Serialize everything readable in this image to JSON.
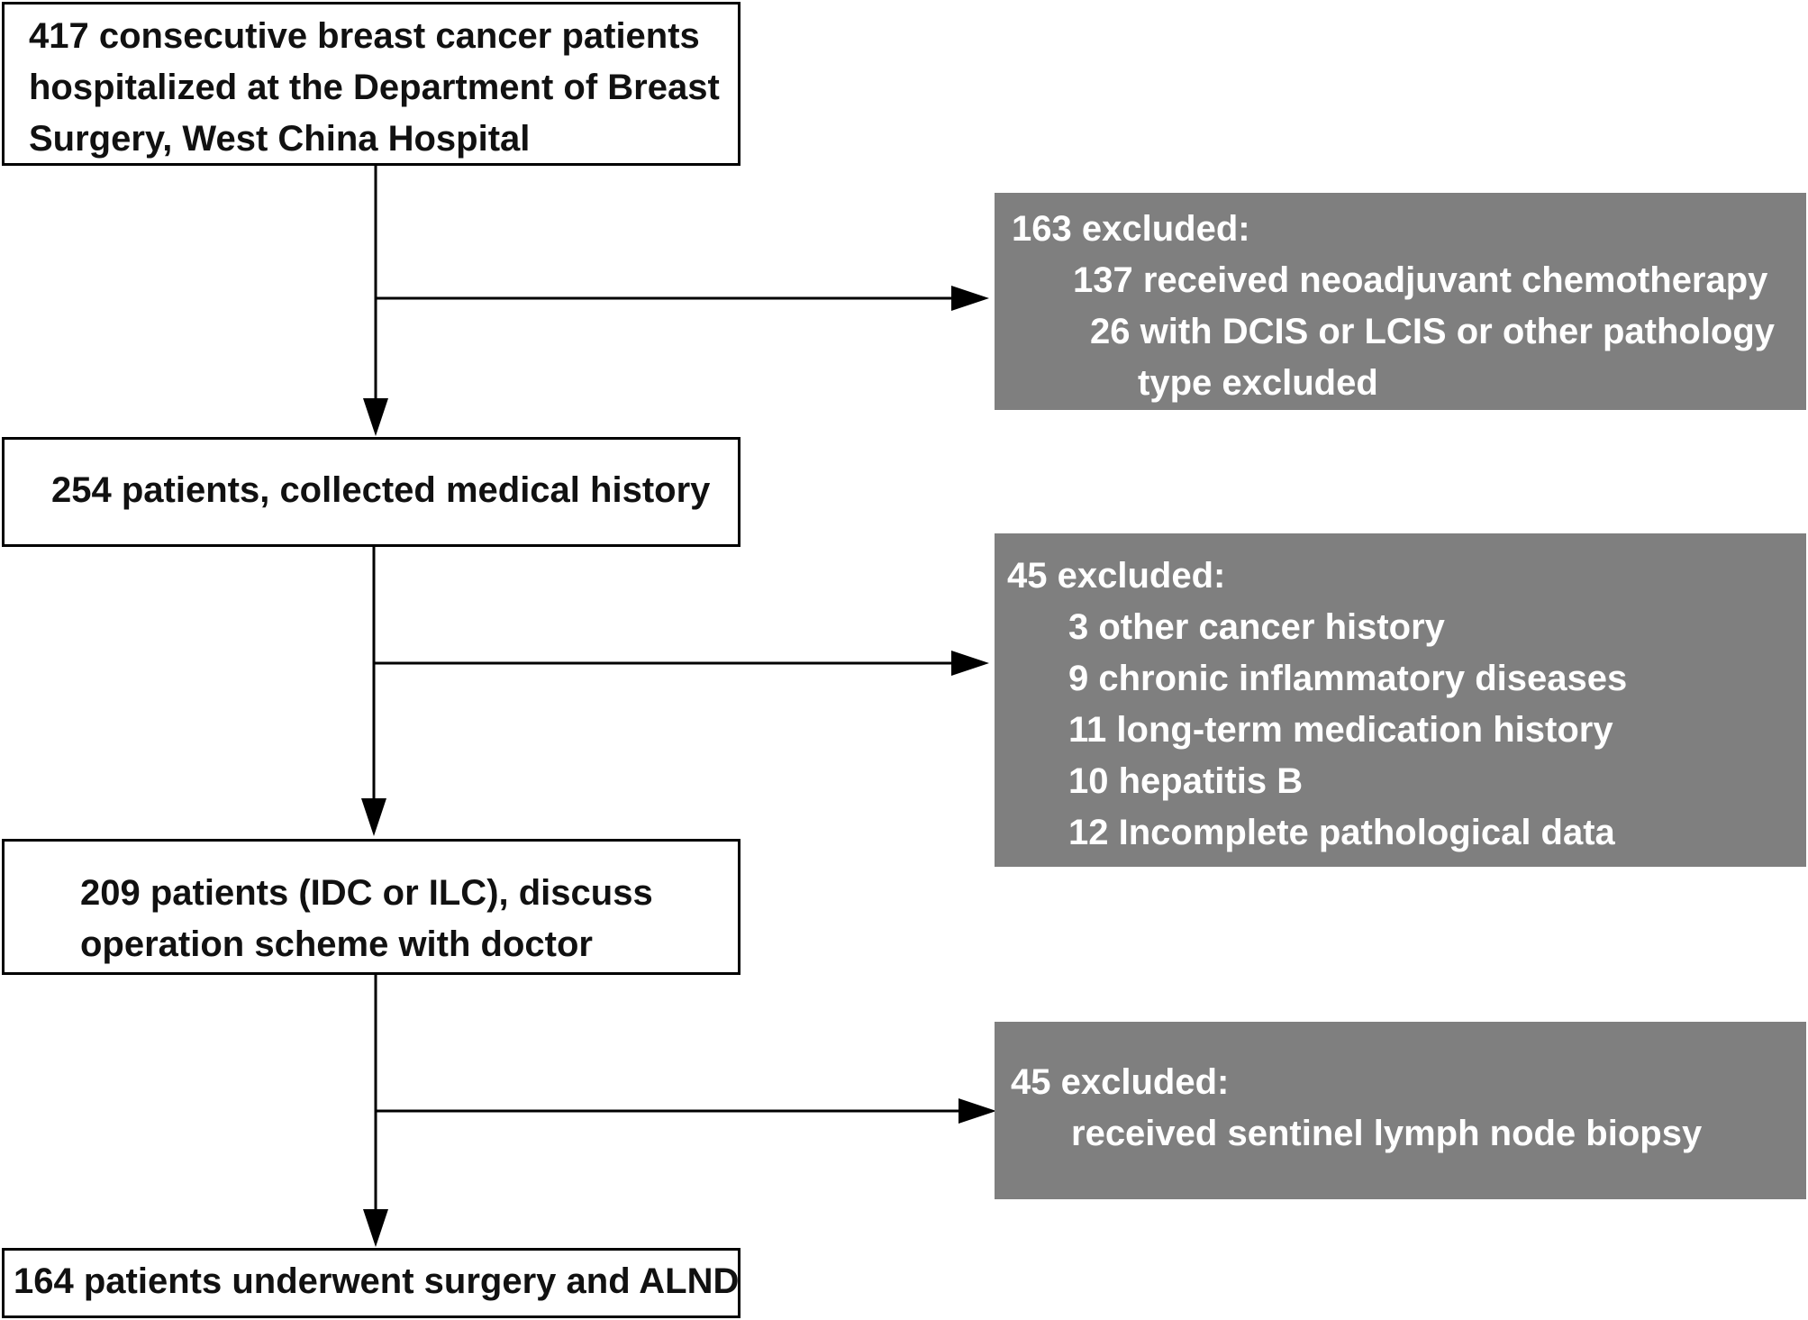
{
  "colors": {
    "box_border": "#000000",
    "box_fill": "#ffffff",
    "exclusion_fill": "#7f7f7f",
    "exclusion_text": "#ffffff",
    "arrow": "#000000"
  },
  "steps": [
    {
      "lines": [
        "417 consecutive breast cancer patients",
        "hospitalized at the Department of Breast",
        "Surgery, West China Hospital"
      ]
    },
    {
      "lines": [
        "254 patients, collected medical history"
      ]
    },
    {
      "lines": [
        "209 patients (IDC or ILC), discuss",
        "operation scheme with doctor"
      ]
    },
    {
      "lines": [
        "164 patients underwent surgery and ALND"
      ]
    }
  ],
  "exclusions": [
    {
      "heading": "163 excluded:",
      "items": [
        "137 received neoadjuvant chemotherapy",
        "26 with DCIS or LCIS or other pathology",
        "type excluded"
      ]
    },
    {
      "heading": "45 excluded:",
      "items": [
        "3 other cancer history",
        "9 chronic inflammatory diseases",
        "11 long-term medication history",
        "10 hepatitis B",
        "12 Incomplete pathological data"
      ]
    },
    {
      "heading": "45 excluded:",
      "items": [
        "received sentinel lymph node biopsy"
      ]
    }
  ]
}
